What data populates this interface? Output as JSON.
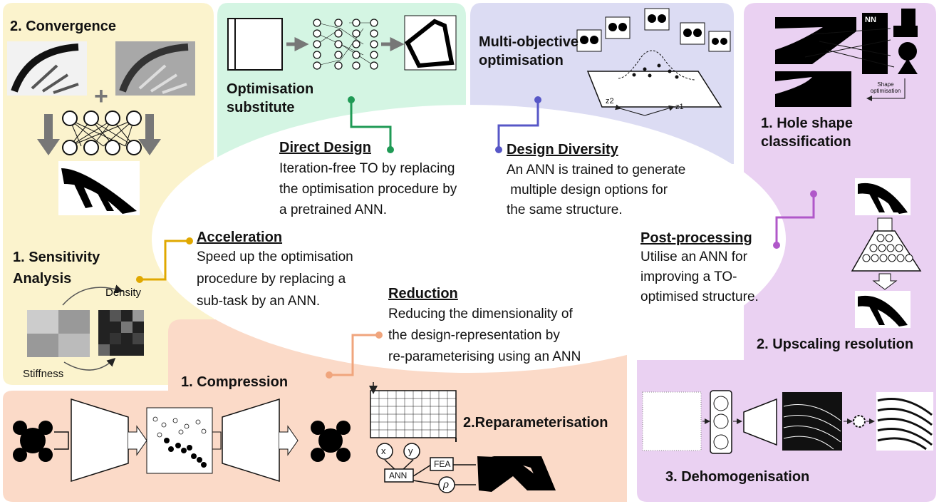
{
  "panels": {
    "convergence": "2. Convergence",
    "sensitivity_analysis": "1. Sensitivity Analysis",
    "density": "Density",
    "stiffness": "Stiffness",
    "optimisation_substitute": "Optimisation substitute",
    "multi_objective": "Multi-objective optimisation",
    "z2": "z2",
    "z1": "z1",
    "nn": "NN",
    "shape_optimisation": "Shape optimisation",
    "hole_shape": "1. Hole shape classification",
    "upscaling": "2. Upscaling resolution",
    "dehomogenisation": "3. Dehomogenisation",
    "compression": "1. Compression",
    "reparameterisation": "2.Reparameterisation",
    "x": "x",
    "y": "y",
    "ann": "ANN",
    "fea": "FEA",
    "rho": "ρ"
  },
  "categories": {
    "direct_design": {
      "title": "Direct Design",
      "desc1": "Iteration-free TO by replacing",
      "desc2": "the optimisation procedure by",
      "desc3": "a pretrained ANN."
    },
    "design_diversity": {
      "title": "Design Diversity",
      "desc1": "An ANN is trained to generate",
      "desc2": " multiple design options for",
      "desc3": "the same structure."
    },
    "acceleration": {
      "title": "Acceleration",
      "desc1": "Speed up the optimisation",
      "desc2": "procedure by replacing a",
      "desc3": "sub-task by an ANN."
    },
    "post_processing": {
      "title": "Post-processing",
      "desc1": "Utilise an ANN for",
      "desc2": "improving a TO-",
      "desc3": "optimised structure."
    },
    "reduction": {
      "title": "Reduction",
      "desc1": "Reducing the dimensionality of",
      "desc2": "the design-representation by",
      "desc3": "re-parameterising using an ANN"
    }
  },
  "colors": {
    "yellow_panel": "#fbf3cd",
    "green_panel": "#d4f5e3",
    "blue_panel": "#dcdcf3",
    "purple_panel": "#ead1f2",
    "orange_panel": "#fbdac8",
    "yellow_accent": "#e0a800",
    "green_accent": "#1f9a55",
    "blue_accent": "#5757c7",
    "purple_accent": "#b058c9",
    "orange_accent": "#f0a57d"
  }
}
